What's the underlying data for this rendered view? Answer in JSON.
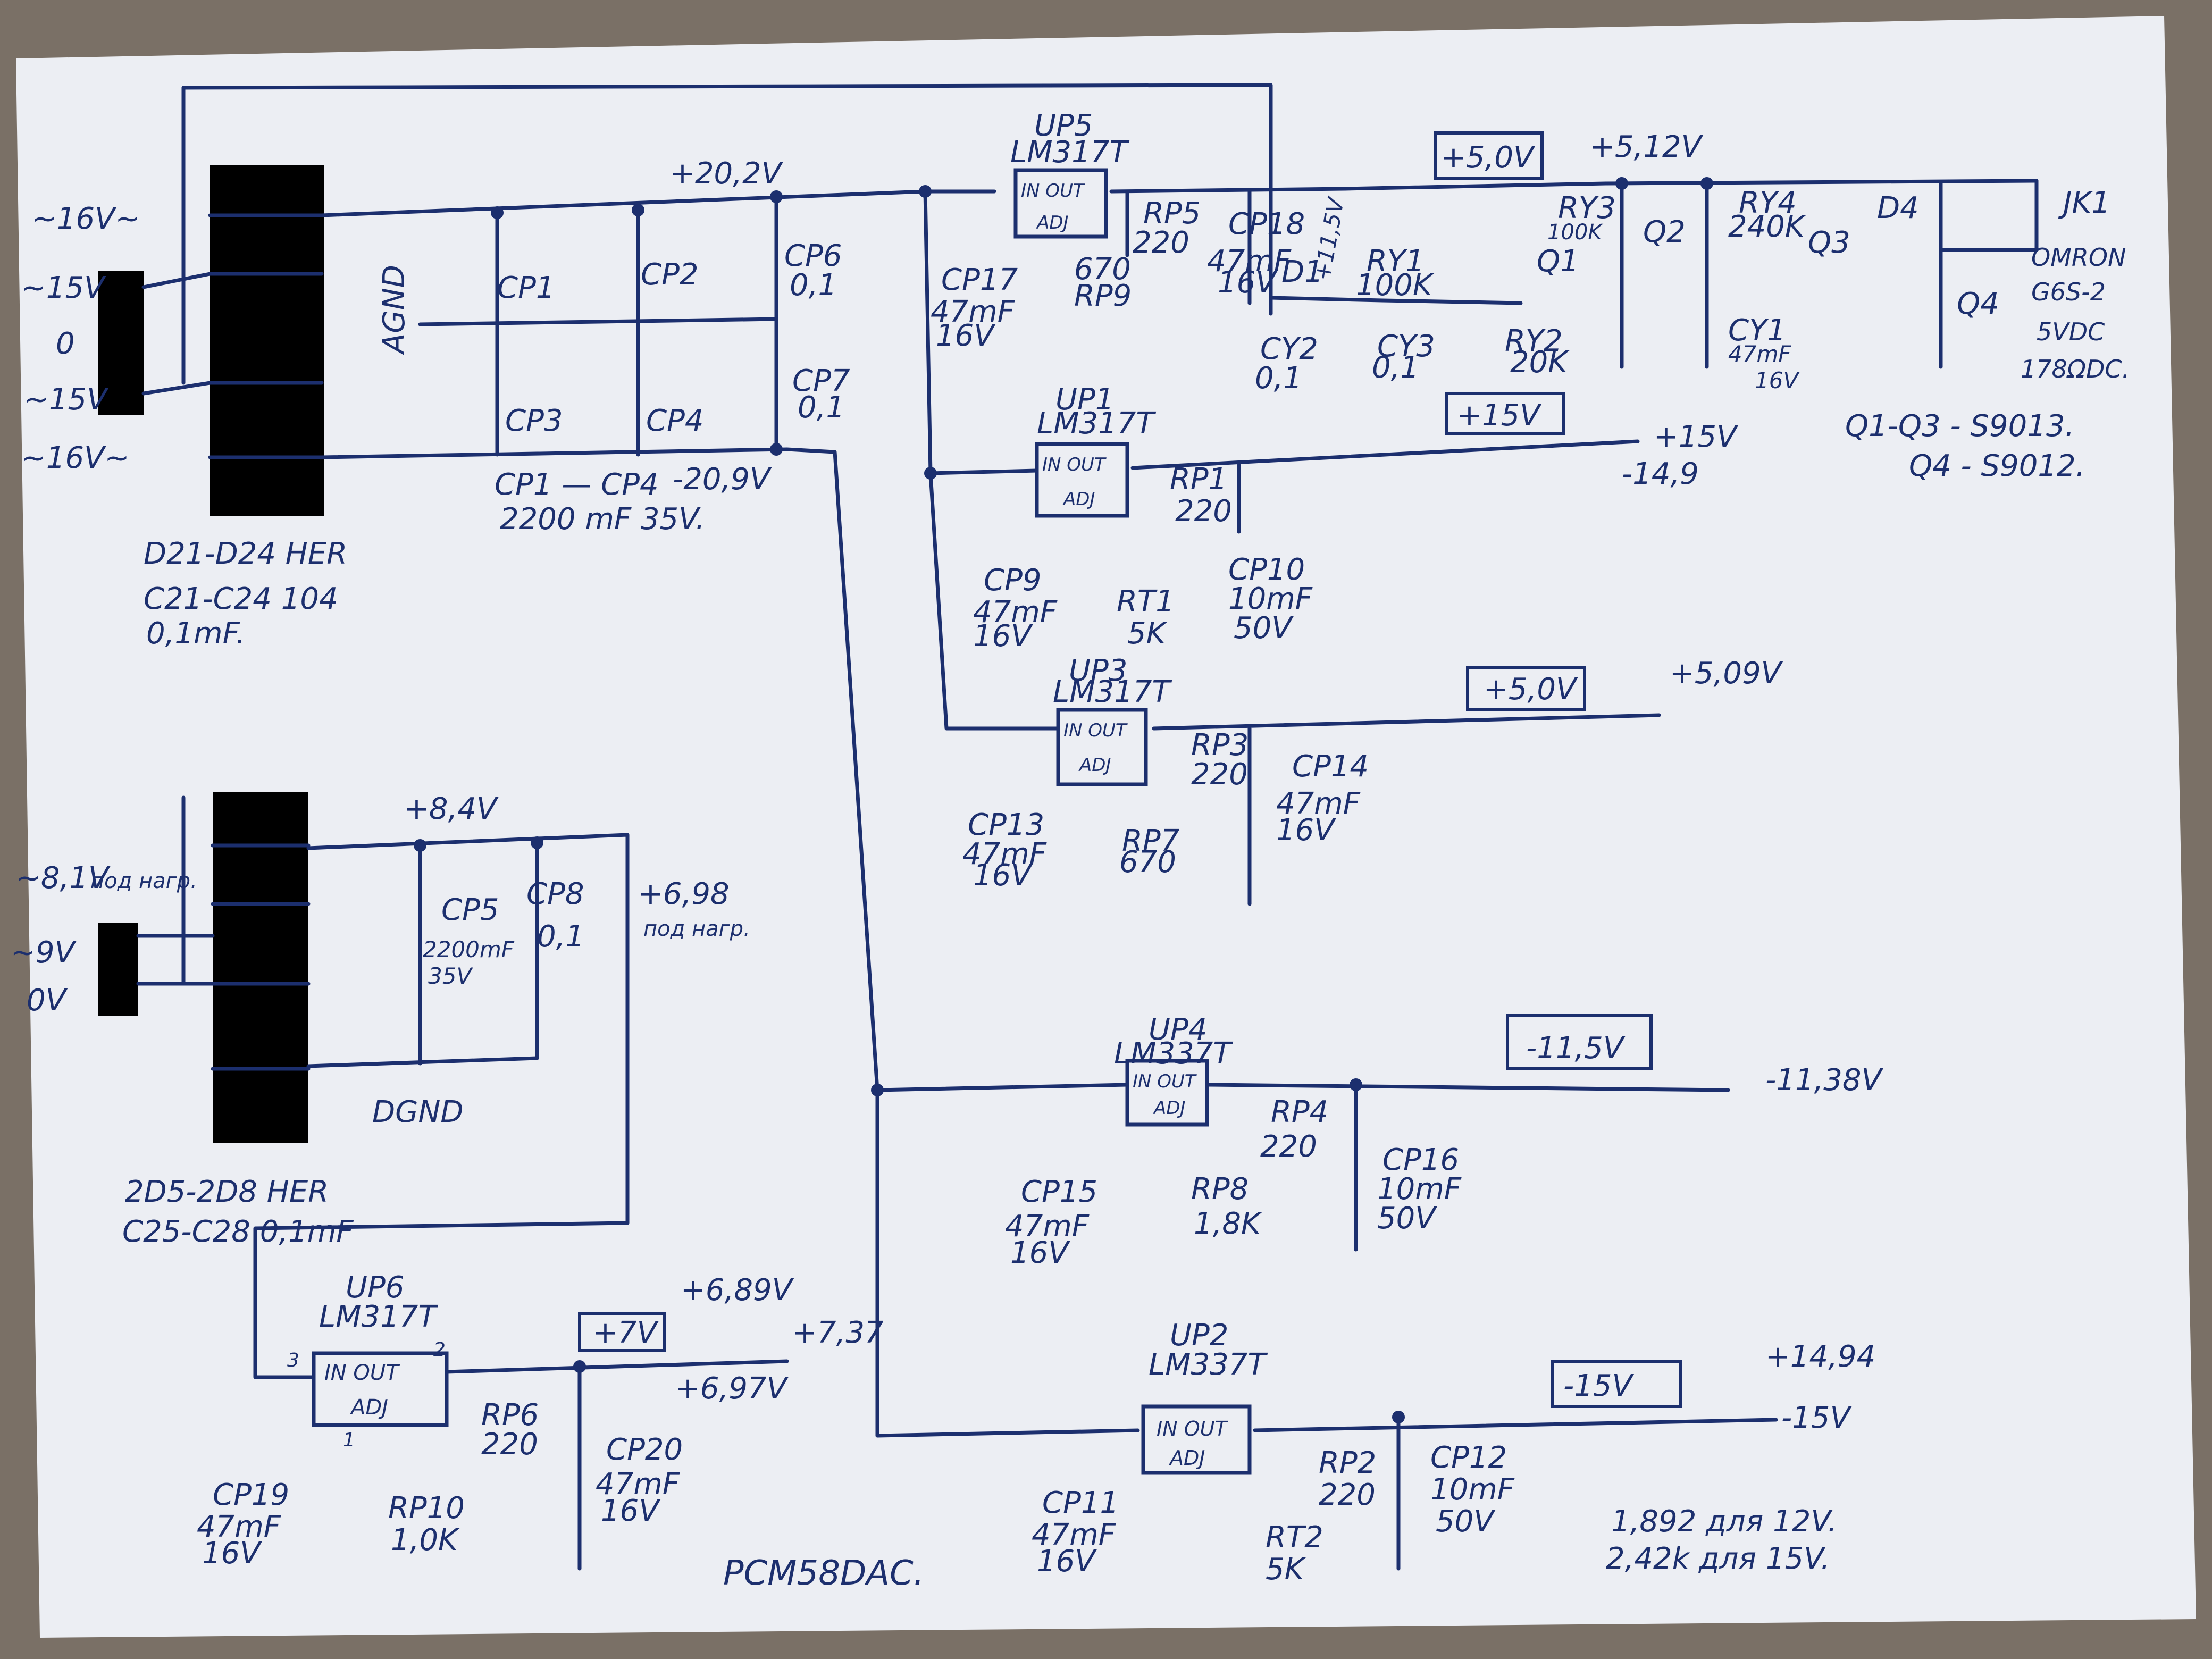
{
  "title": "PCM58DAC.",
  "ac_inputs": {
    "upper": "~16V~",
    "pin1": "~15V",
    "pin2": "0",
    "pin3": "~15V",
    "lower": "~16V~",
    "digital_in": "~8,1V",
    "digital_note": "под нагр.",
    "digital_pin1": "~9V",
    "digital_pin2": "0V"
  },
  "rails": {
    "positive_raw": "+20,2V",
    "negative_raw": "-20,9V",
    "digital_raw": "+8,4V",
    "digital_loaded": "+6,98",
    "digital_loaded_note": "под нагр."
  },
  "bridge_notes": [
    "D21-D24 HER",
    "C21-C24 104",
    "0,1mF."
  ],
  "bridge2_notes": [
    "2D5-2D8 HER",
    "C25-C28 0,1mF"
  ],
  "caps_note": [
    "CP1 — CP4",
    "2200 mF 35V."
  ],
  "ground_labels": {
    "agnd": "AGND",
    "dgnd": "DGND"
  },
  "bulk_caps": [
    "CP1",
    "CP2",
    "CP3",
    "CP4",
    "CP6",
    "CP7",
    "0,1",
    "0,1"
  ],
  "digital_caps": {
    "cp5": "CP5",
    "cp5_val": "2200mF",
    "cp5_volt": "35V",
    "cp8": "CP8",
    "cp8_val": "0,1"
  },
  "regulators": [
    {
      "id": "UP5",
      "type": "LM317T",
      "target": "+5,0V",
      "measured": "+5,12V",
      "resistor": "RP5",
      "r_val": "220",
      "adj_r": "RP9",
      "adj_val": "670",
      "cap_a": "CP17",
      "cap_a_val": "47mF",
      "cap_a_volt": "16V",
      "cap_b": "CP18",
      "cap_b_val": "47mF",
      "cap_b_volt": "16V"
    },
    {
      "id": "UP1",
      "type": "LM317T",
      "target": "+15V",
      "measured": "+15V",
      "measured2": "-14,9",
      "resistor": "RP1",
      "r_val": "220",
      "adj_r": "RT1",
      "adj_val": "5K",
      "cap_a": "CP9",
      "cap_a_val": "47mF",
      "cap_a_volt": "16V",
      "cap_b": "CP10",
      "cap_b_val": "10mF",
      "cap_b_volt": "50V"
    },
    {
      "id": "UP3",
      "type": "LM317T",
      "target": "+5,0V",
      "measured": "+5,09V",
      "resistor": "RP3",
      "r_val": "220",
      "adj_r": "RP7",
      "adj_val": "670",
      "cap_a": "CP13",
      "cap_a_val": "47mF",
      "cap_a_volt": "16V",
      "cap_b": "CP14",
      "cap_b_val": "47mF",
      "cap_b_volt": "16V"
    },
    {
      "id": "UP4",
      "type": "LM337T",
      "target": "-11,5V",
      "measured": "-11,38V",
      "resistor": "RP4",
      "r_val": "220",
      "adj_r": "RP8",
      "adj_val": "1,8K",
      "cap_a": "CP15",
      "cap_a_val": "47mF",
      "cap_a_volt": "16V",
      "cap_b": "CP16",
      "cap_b_val": "10mF",
      "cap_b_volt": "50V"
    },
    {
      "id": "UP2",
      "type": "LM337T",
      "target": "-15V",
      "measured": "+14,94",
      "output": "-15V",
      "resistor": "RP2",
      "r_val": "220",
      "adj_r": "RT2",
      "adj_val": "5K",
      "cap_a": "CP11",
      "cap_a_val": "47mF",
      "cap_a_volt": "16V",
      "cap_b": "CP12",
      "cap_b_val": "10mF",
      "cap_b_volt": "50V"
    },
    {
      "id": "UP6",
      "type": "LM317T",
      "target": "+7V",
      "measured": "+6,89V",
      "measured2": "+6,97V",
      "measured3": "+7,37",
      "resistor": "RP6",
      "r_val": "220",
      "adj_r": "RP10",
      "adj_val": "1,0K",
      "cap_a": "CP19",
      "cap_a_val": "47mF",
      "cap_a_volt": "16V",
      "cap_b": "CP20",
      "cap_b_val": "47mF",
      "cap_b_volt": "16V"
    }
  ],
  "pin_labels": {
    "in_out": "IN  OUT",
    "adj": "ADJ",
    "p1": "1",
    "p2": "2",
    "p3": "3"
  },
  "relay": {
    "d1": "D1",
    "d1_v": "+11,5V",
    "ry1": "RY1",
    "ry1_val": "100K",
    "ry2": "RY2",
    "ry2_val": "20K",
    "ry3": "RY3",
    "ry3_val": "100K",
    "ry4": "RY4",
    "ry4_val": "240K",
    "cy1": "CY1",
    "cy1_val": "47mF",
    "cy1_volt": "16V",
    "cy2": "CY2",
    "cy2_val": "0,1",
    "cy3": "CY3",
    "cy3_val": "0,1",
    "q1": "Q1",
    "q2": "Q2",
    "q3": "Q3",
    "q4": "Q4",
    "d4": "D4",
    "jk1": "JK1",
    "relay_notes": [
      "OMRON",
      "G6S-2",
      "5VDC",
      "178ΩDC."
    ],
    "transistor_notes": [
      "Q1-Q3 - S9013.",
      "Q4 - S9012."
    ]
  },
  "footnotes": [
    "1,892 для 12V.",
    "2,42k для 15V."
  ]
}
